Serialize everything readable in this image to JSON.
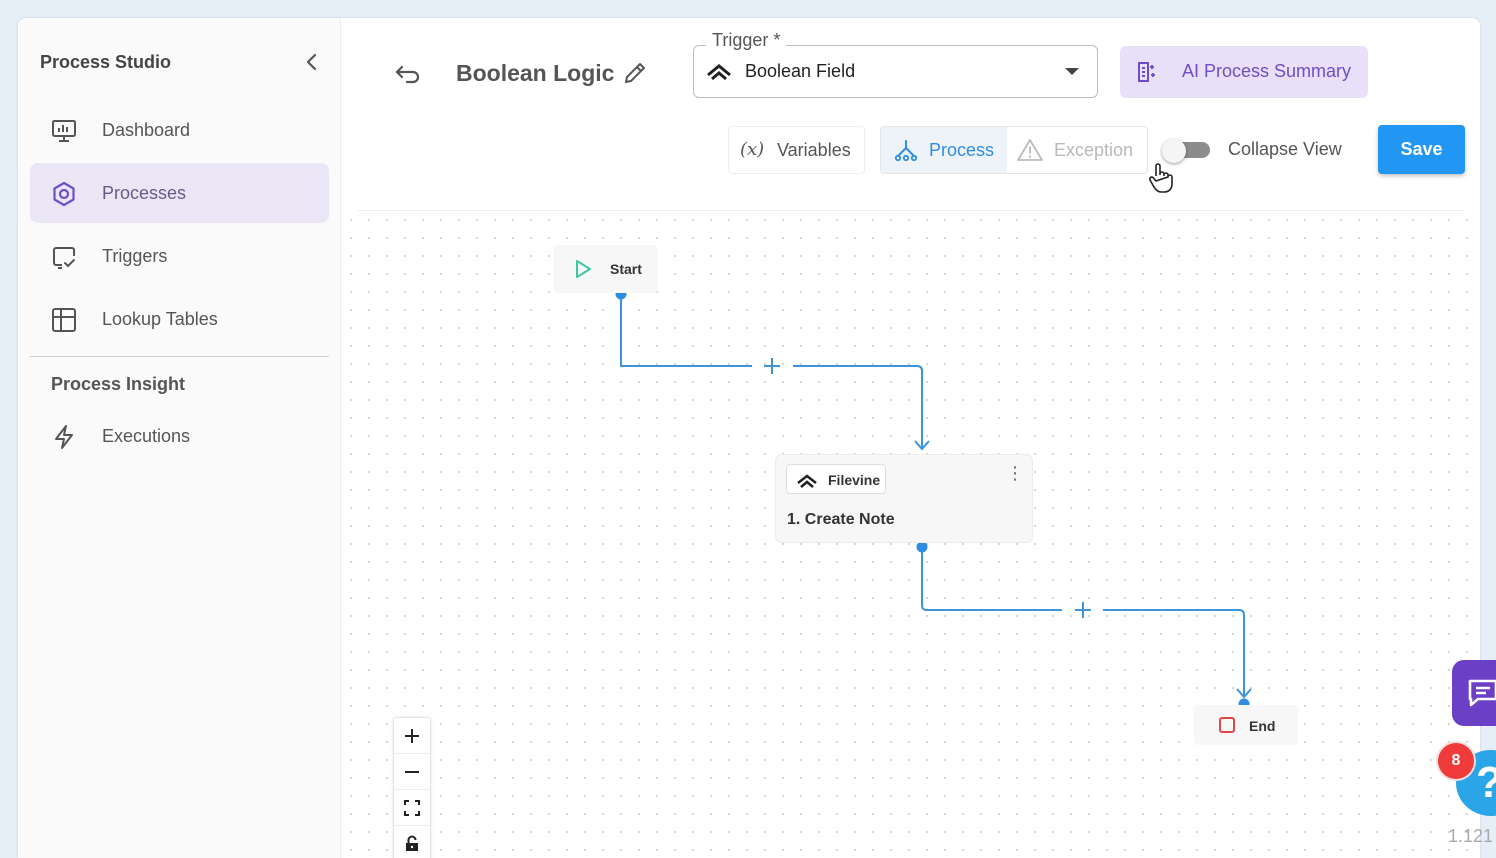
{
  "sidebar": {
    "title": "Process Studio",
    "items": [
      {
        "label": "Dashboard",
        "icon": "monitor-chart-icon"
      },
      {
        "label": "Processes",
        "icon": "gear-icon"
      },
      {
        "label": "Triggers",
        "icon": "screen-check-icon"
      },
      {
        "label": "Lookup Tables",
        "icon": "table-icon"
      }
    ],
    "active_item": "Processes",
    "section_title": "Process Insight",
    "section_items": [
      {
        "label": "Executions",
        "icon": "lightning-icon"
      }
    ]
  },
  "header": {
    "process_title": "Boolean Logic",
    "trigger_label": "Trigger *",
    "trigger_value": "Boolean Field",
    "ai_summary_label": "AI Process Summary",
    "variables_label": "Variables",
    "variables_icon_text": "(x)",
    "process_tab_label": "Process",
    "exception_tab_label": "Exception",
    "collapse_view_label": "Collapse View",
    "collapse_view_on": false,
    "save_label": "Save"
  },
  "canvas": {
    "start_label": "Start",
    "task": {
      "app": "Filevine",
      "title": "1. Create Note"
    },
    "end_label": "End"
  },
  "widgets": {
    "notification_count": "8",
    "help_glyph": "?",
    "version": "1.121"
  },
  "colors": {
    "accent_blue": "#2196f3",
    "accent_purple": "#6d4ec6",
    "edge_blue": "#3b94dc",
    "active_nav_bg": "#ebe6f6",
    "badge_red": "#ef3b3b"
  }
}
